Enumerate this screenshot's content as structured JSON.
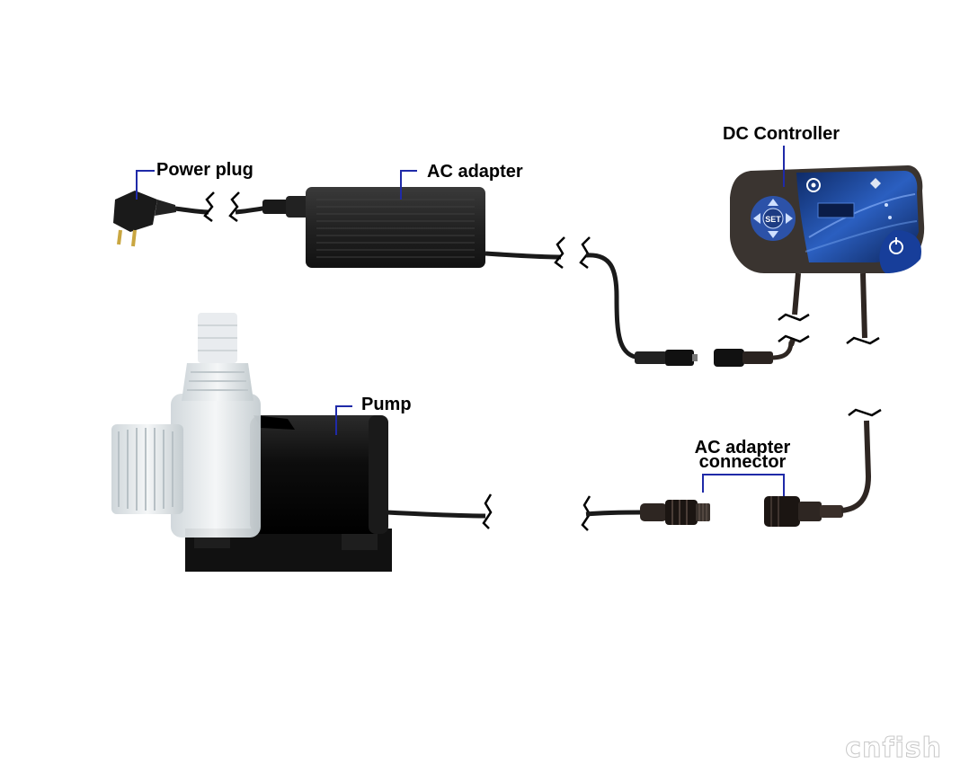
{
  "labels": {
    "power_plug": "Power plug",
    "ac_adapter": "AC adapter",
    "dc_controller": "DC Controller",
    "pump": "Pump",
    "ac_adapter_connector_line1": "AC adapter",
    "ac_adapter_connector_line2": "connector"
  },
  "controller": {
    "set_button": "SET"
  },
  "watermark": "cnfish",
  "colors": {
    "leader_line": "#1f2aa8",
    "cable": "#1a1a1a",
    "adapter_body": "#2a2a2a",
    "controller_body": "#3a3430",
    "controller_panel": "#1b3f8c",
    "pump_motor": "#111111",
    "pump_housing": "#e4e8ea"
  }
}
